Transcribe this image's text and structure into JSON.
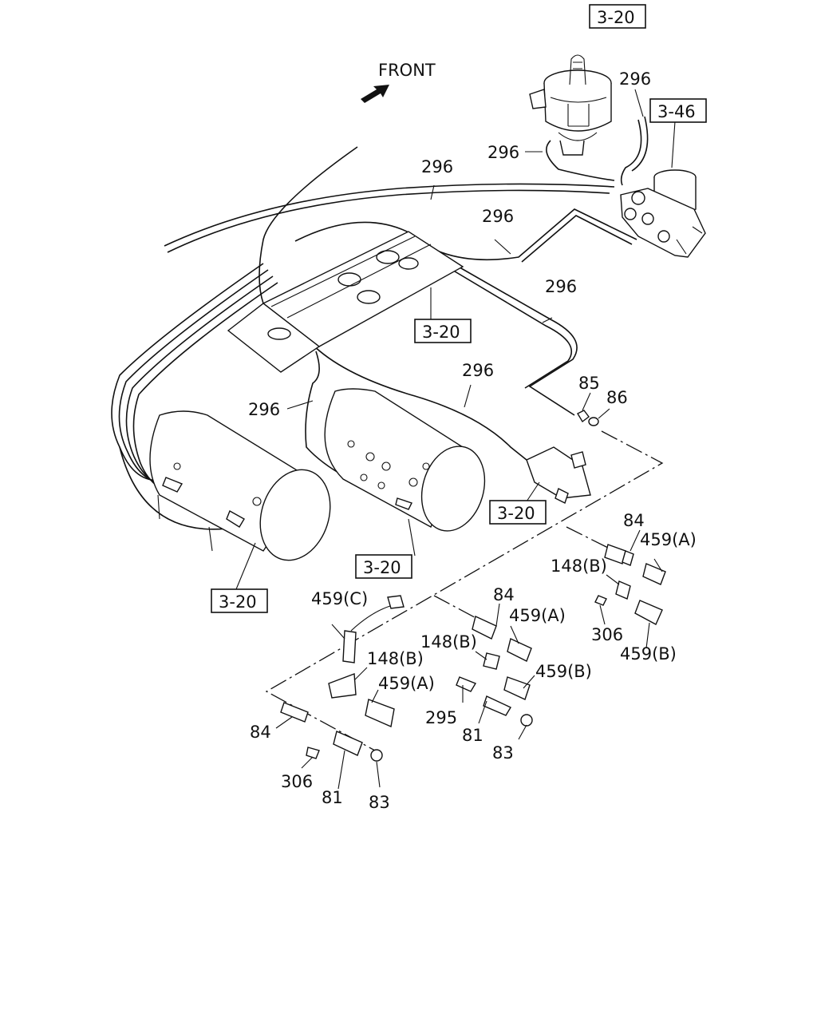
{
  "orientation": {
    "label": "FRONT",
    "arrow_icon": "front-arrow-icon"
  },
  "reference_boxes": [
    {
      "id": "ref-top",
      "text": "3-20"
    },
    {
      "id": "ref-valve",
      "text": "3-46"
    },
    {
      "id": "ref-frame",
      "text": "3-20"
    },
    {
      "id": "ref-manifold",
      "text": "3-20"
    },
    {
      "id": "ref-tank-mid",
      "text": "3-20"
    },
    {
      "id": "ref-tank-left",
      "text": "3-20"
    }
  ],
  "callouts": {
    "pipe_a": "296",
    "pipe_b": "296",
    "pipe_c": "296",
    "pipe_d": "296",
    "pipe_e": "296",
    "pipe_f": "296",
    "pipe_g": "296",
    "nut_85": "85",
    "washer_86": "86",
    "r_84": "84",
    "r_459a": "459(A)",
    "r_148b": "148(B)",
    "r_306": "306",
    "r_459b": "459(B)",
    "m_84": "84",
    "m_459a": "459(A)",
    "m_148b": "148(B)",
    "m_459b": "459(B)",
    "m_295": "295",
    "m_81": "81",
    "m_83": "83",
    "l_459c": "459(C)",
    "l_148b": "148(B)",
    "l_459a": "459(A)",
    "l_84": "84",
    "l_306": "306",
    "l_81": "81",
    "l_83": "83"
  }
}
